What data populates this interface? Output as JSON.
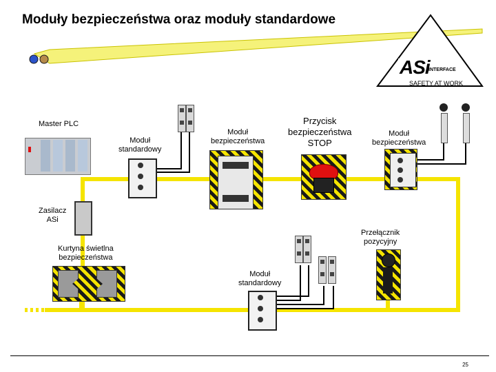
{
  "title": "Moduły bezpieczeństwa oraz moduły standardowe",
  "logo": {
    "brand": "ASi",
    "sub": "INTERFACE",
    "tagline": "SAFETY AT WORK"
  },
  "labels": {
    "master_plc": "Master PLC",
    "standard_module_1": [
      "Moduł",
      "standardowy"
    ],
    "safety_module_1": [
      "Moduł",
      "bezpieczeństwa"
    ],
    "estop": [
      "Przycisk",
      "bezpieczeństwa",
      "STOP"
    ],
    "safety_module_2": [
      "Moduł",
      "bezpieczeństwa"
    ],
    "power_supply": [
      "Zasilacz",
      "ASi"
    ],
    "light_curtain": [
      "Kurtyna świetlna",
      "bezpieczeństwa"
    ],
    "position_switch": [
      "Przełącznik",
      "pozycyjny"
    ],
    "standard_module_2": [
      "Moduł",
      "standardowy"
    ]
  },
  "page_number": "25",
  "colors": {
    "cable": "#f5e400",
    "hatch_dark": "#1a1a1a",
    "beam": "#f5f27a",
    "estop_red": "#e01010"
  }
}
